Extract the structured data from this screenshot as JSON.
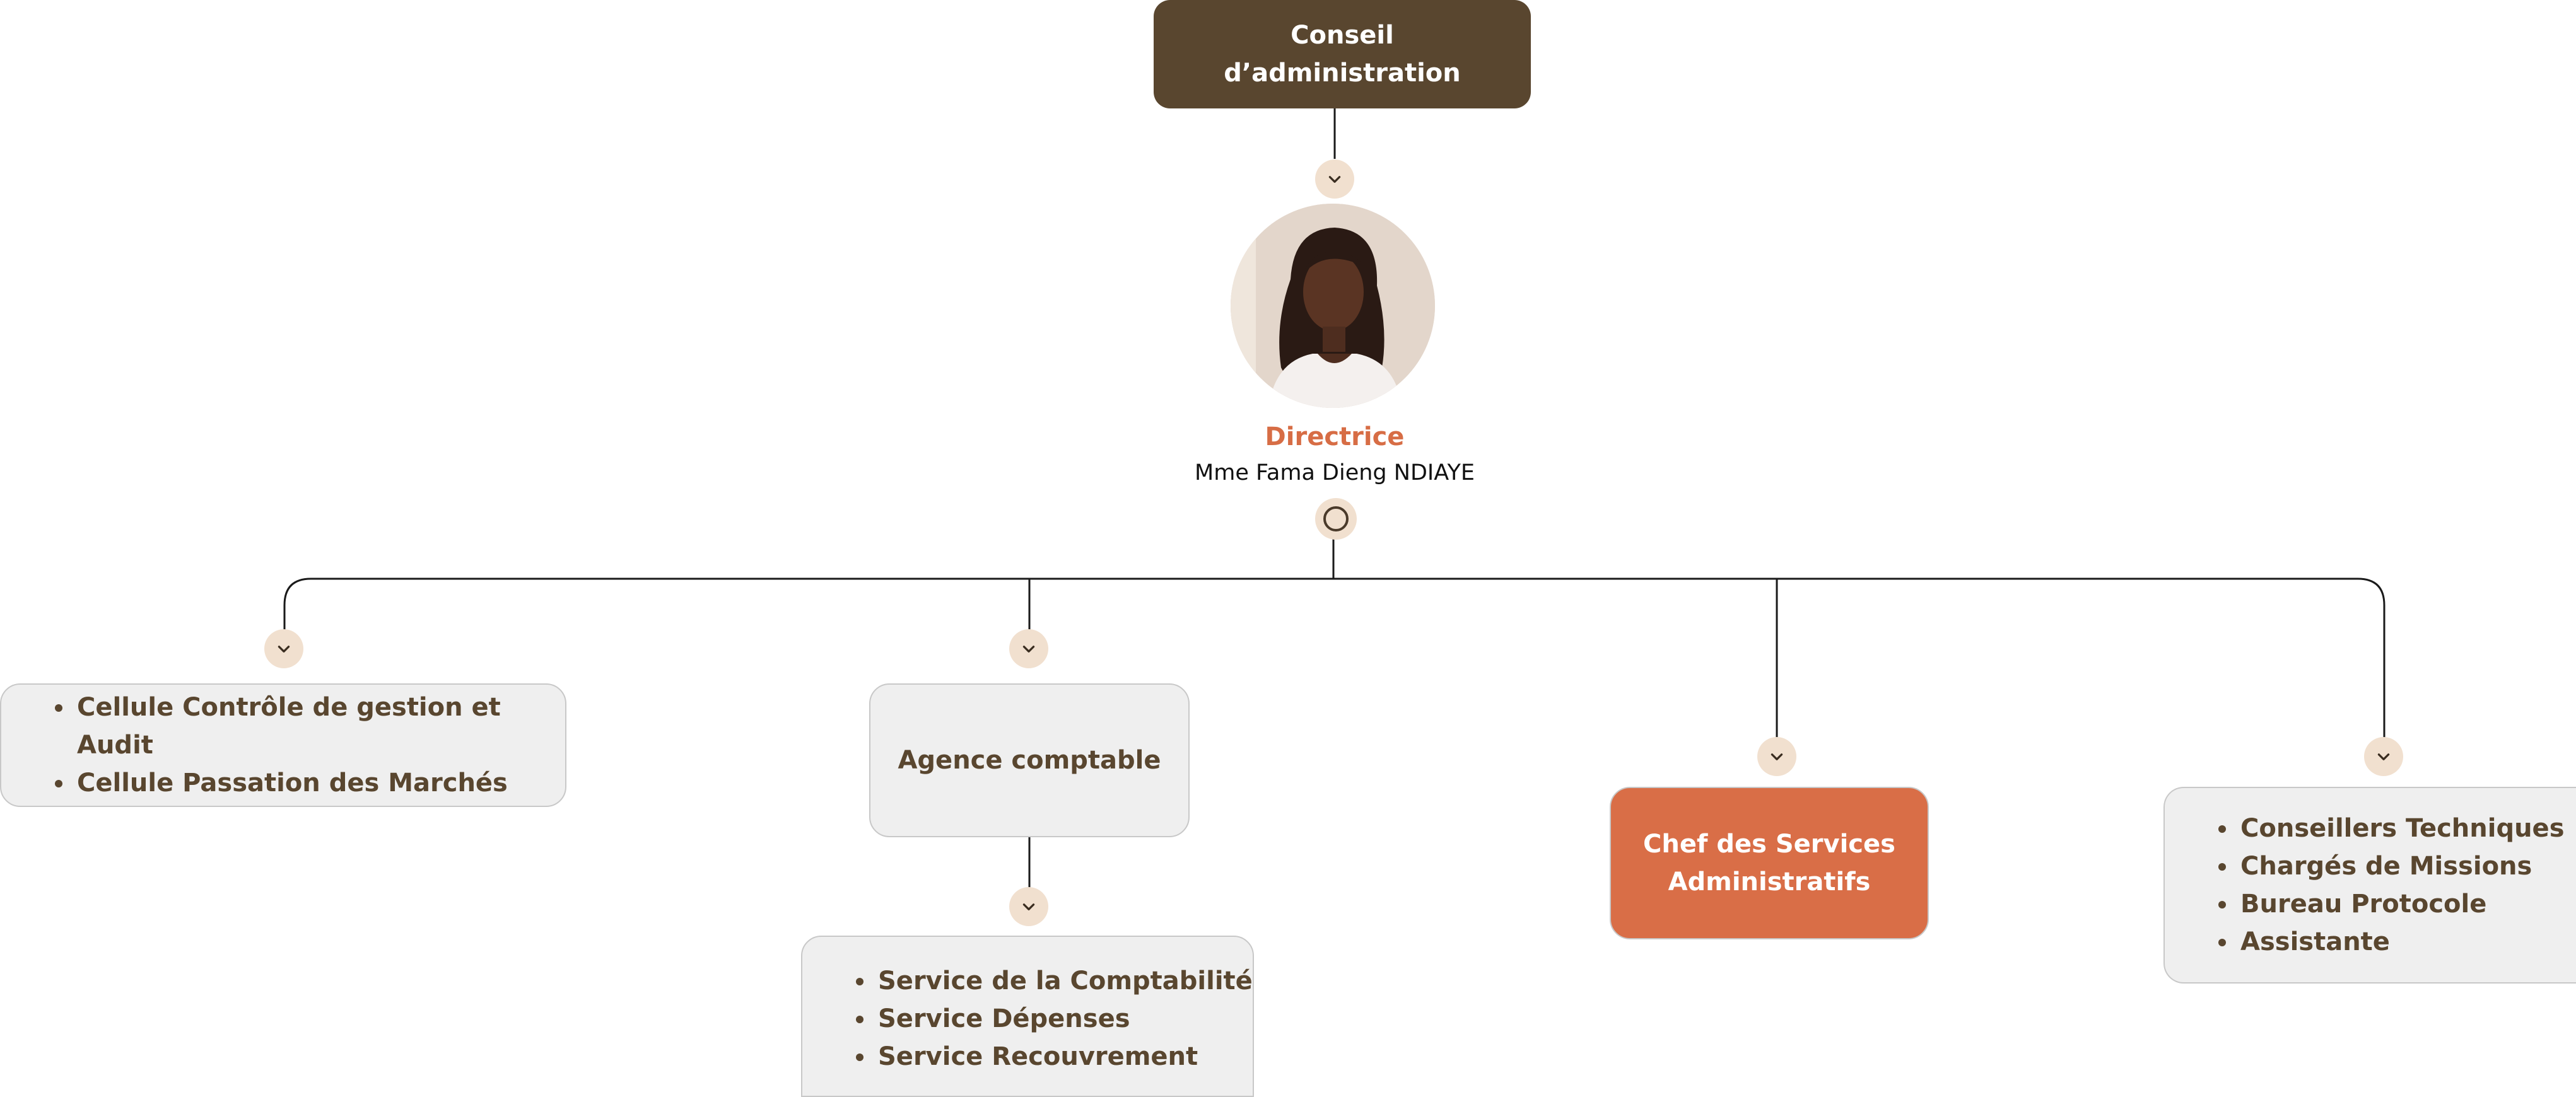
{
  "board": {
    "label": "Conseil d’administration"
  },
  "director": {
    "title": "Directrice",
    "name": "Mme Fama Dieng NDIAYE"
  },
  "branch_left": {
    "items": [
      "Cellule Contrôle de gestion et Audit",
      "Cellule Passation des Marchés"
    ]
  },
  "agency": {
    "label": "Agence comptable",
    "items": [
      "Service de la Comptabilité",
      "Service Dépenses",
      "Service Recouvrement"
    ]
  },
  "chief": {
    "label": "Chef des Services Administratifs"
  },
  "branch_right": {
    "items": [
      "Conseillers Techniques",
      "Chargés de Missions",
      "Bureau Protocole",
      "Assistante"
    ]
  },
  "colors": {
    "dark_brown": "#59462f",
    "accent_orange": "#d96e47",
    "toggle_bg": "#f1e0cf",
    "box_bg": "#efefef"
  },
  "icons": {
    "expand": "chevron-down-icon",
    "collapse": "circle-icon",
    "photo": "portrait-photo"
  }
}
